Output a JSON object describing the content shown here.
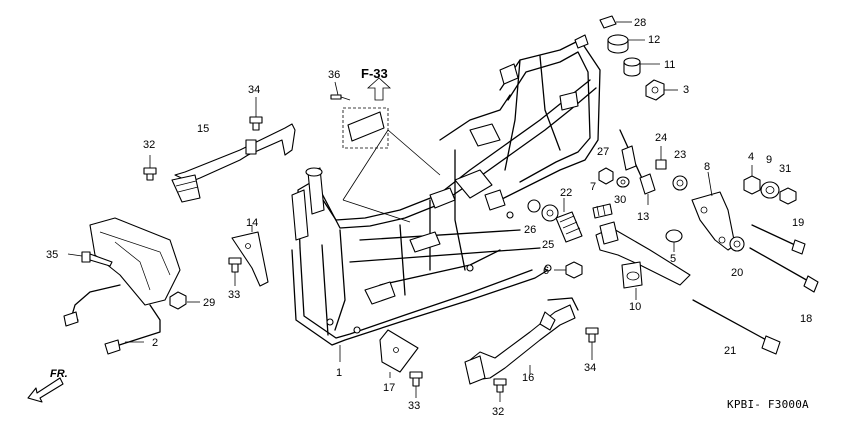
{
  "reference": "F-33",
  "diagram_code": "KPBI- F3000A",
  "direction_label": "FR.",
  "callouts": [
    "1",
    "2",
    "3",
    "4",
    "5",
    "6",
    "7",
    "8",
    "9",
    "10",
    "11",
    "12",
    "13",
    "14",
    "15",
    "16",
    "17",
    "18",
    "19",
    "20",
    "21",
    "22",
    "23",
    "24",
    "25",
    "26",
    "27",
    "28",
    "29",
    "30",
    "31",
    "32",
    "33",
    "34",
    "35",
    "36"
  ],
  "labels": {
    "n1": "1",
    "n2": "2",
    "n3": "3",
    "n4": "4",
    "n5": "5",
    "n6": "6",
    "n7": "7",
    "n8": "8",
    "n9": "9",
    "n10": "10",
    "n11": "11",
    "n12": "12",
    "n13": "13",
    "n14": "14",
    "n15": "15",
    "n16": "16",
    "n17": "17",
    "n18": "18",
    "n19": "19",
    "n20": "20",
    "n21": "21",
    "n22": "22",
    "n23": "23",
    "n24": "24",
    "n25": "25",
    "n26": "26",
    "n27": "27",
    "n28": "28",
    "n29": "29",
    "n30": "30",
    "n31": "31",
    "n32a": "32",
    "n32b": "32",
    "n33a": "33",
    "n33b": "33",
    "n34a": "34",
    "n34b": "34",
    "n35": "35",
    "n36": "36"
  }
}
